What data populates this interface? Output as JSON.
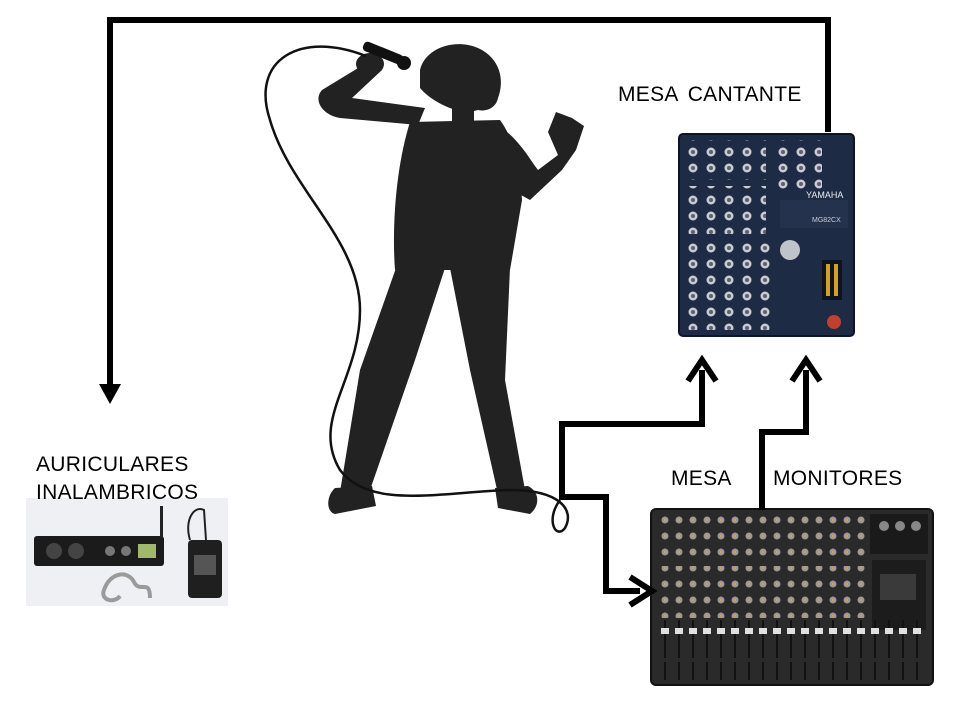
{
  "labels": {
    "mesa_cantante": "MESA  CANTANTE",
    "auriculares_line1": "AURICULARES",
    "auriculares_line2": "INALAMBRICOS",
    "mesa": "MESA",
    "monitores": "MONITORES"
  },
  "devices": {
    "small_mixer_brand": "YAMAHA",
    "small_mixer_model": "MG82CX"
  },
  "colors": {
    "arrow": "#000000",
    "silhouette": "#222222",
    "mixer_panel": "#1e2b44",
    "large_mixer_panel": "#2a2a2a"
  }
}
